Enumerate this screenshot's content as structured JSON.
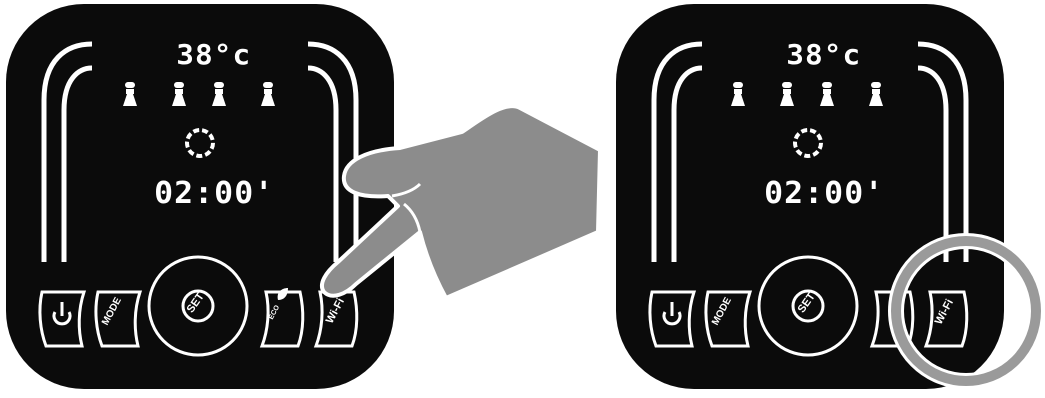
{
  "colors": {
    "panel": "#0b0b0b",
    "outline": "#ffffff",
    "hand": "#8c8c8c",
    "highlight_ring": "#9a9a9a"
  },
  "panels": [
    {
      "temperature": "38°c",
      "timer": "02:00'",
      "buttons": {
        "power_icon": "power-icon",
        "mode": "MODE",
        "set": "SET",
        "eco_icon": "leaf-icon",
        "eco": "ECO",
        "wifi": "Wi-Fi"
      }
    },
    {
      "temperature": "38°c",
      "timer": "02:00'",
      "buttons": {
        "power_icon": "power-icon",
        "mode": "MODE",
        "set": "SET",
        "wifi": "Wi-Fi"
      }
    }
  ]
}
